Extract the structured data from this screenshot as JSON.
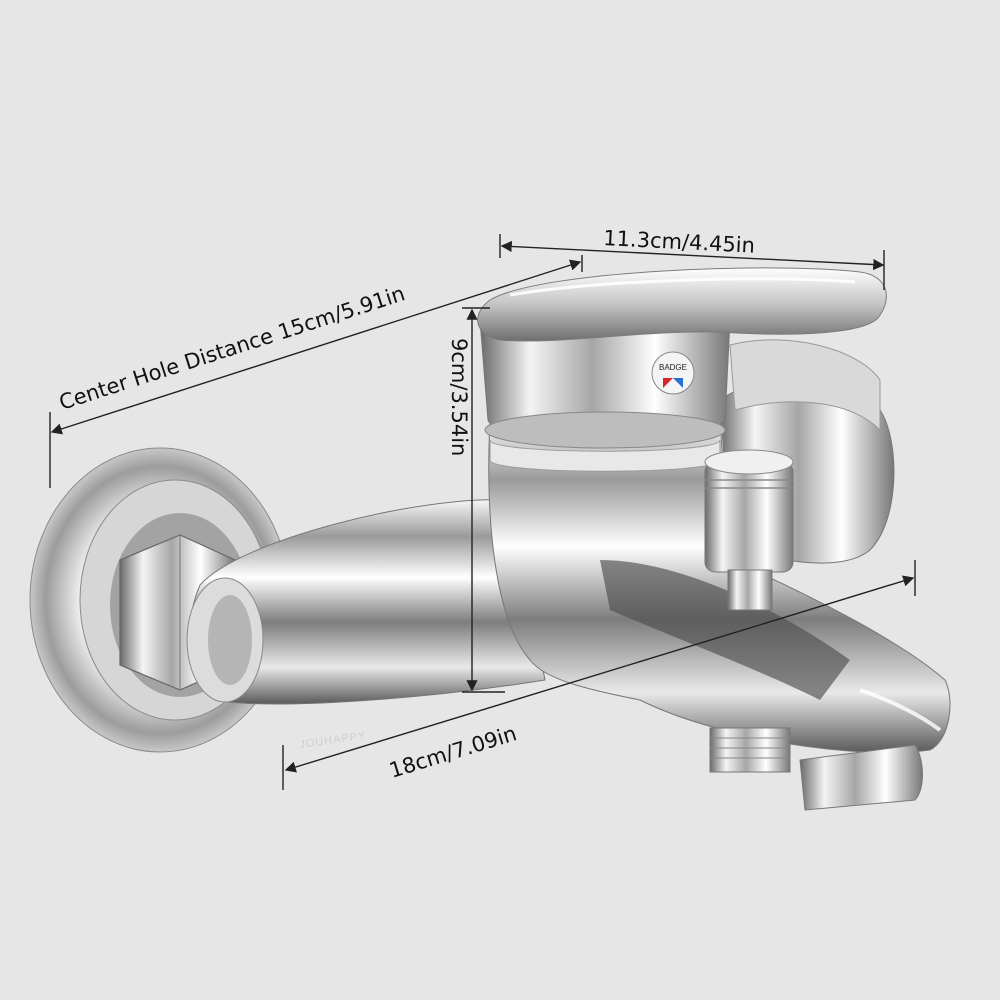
{
  "product": {
    "badge_label": "BADGE",
    "watermark": "JOUHAPPY",
    "colors": {
      "background": "#e6e6e6",
      "chrome_light": "#ffffff",
      "chrome_mid": "#b9b9b9",
      "chrome_dark": "#4a4a4a",
      "badge_hot": "#d9262b",
      "badge_cold": "#2a6fd1",
      "dimension_line": "#222222"
    }
  },
  "dimensions": {
    "center_hole": "Center Hole Distance 15cm/5.91in",
    "handle_width": "11.3cm/4.45in",
    "height": "9cm/3.54in",
    "length": "18cm/7.09in"
  }
}
